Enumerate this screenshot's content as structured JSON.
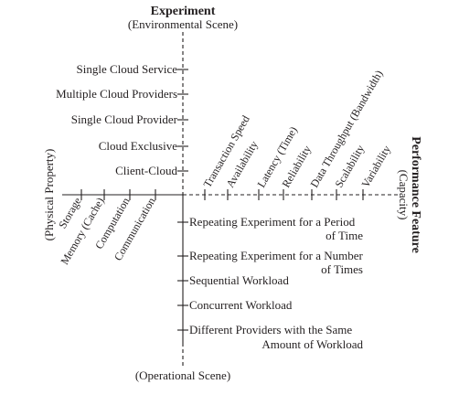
{
  "axes": {
    "top_title": "Experiment",
    "top_subtitle": "(Environmental Scene)",
    "bottom_label": "(Operational Scene)",
    "right_title": "Performance Feature",
    "right_subtitle": "(Capacity)",
    "left_label": "(Physical Property)"
  },
  "environmental_items": [
    "Single Cloud Service",
    "Multiple Cloud Providers",
    "Single Cloud Provider",
    "Cloud Exclusive",
    "Client-Cloud"
  ],
  "performance_items": [
    "Transaction Speed",
    "Availability",
    "Latency (Time)",
    "Reliability",
    "Data Throughput (Bandwidth)",
    "Scalability",
    "Variability"
  ],
  "physical_items": [
    "Storage",
    "Memory (Cache)",
    "Computation",
    "Communication"
  ],
  "operational_items": [
    {
      "line1": "Repeating Experiment for a Period",
      "line2": "of Time"
    },
    {
      "line1": "Repeating Experiment for a Number",
      "line2": "of Times"
    },
    {
      "line1": "Sequential Workload",
      "line2": ""
    },
    {
      "line1": "Concurrent Workload",
      "line2": ""
    },
    {
      "line1": "Different Providers with the Same",
      "line2": "Amount of Workload"
    }
  ]
}
